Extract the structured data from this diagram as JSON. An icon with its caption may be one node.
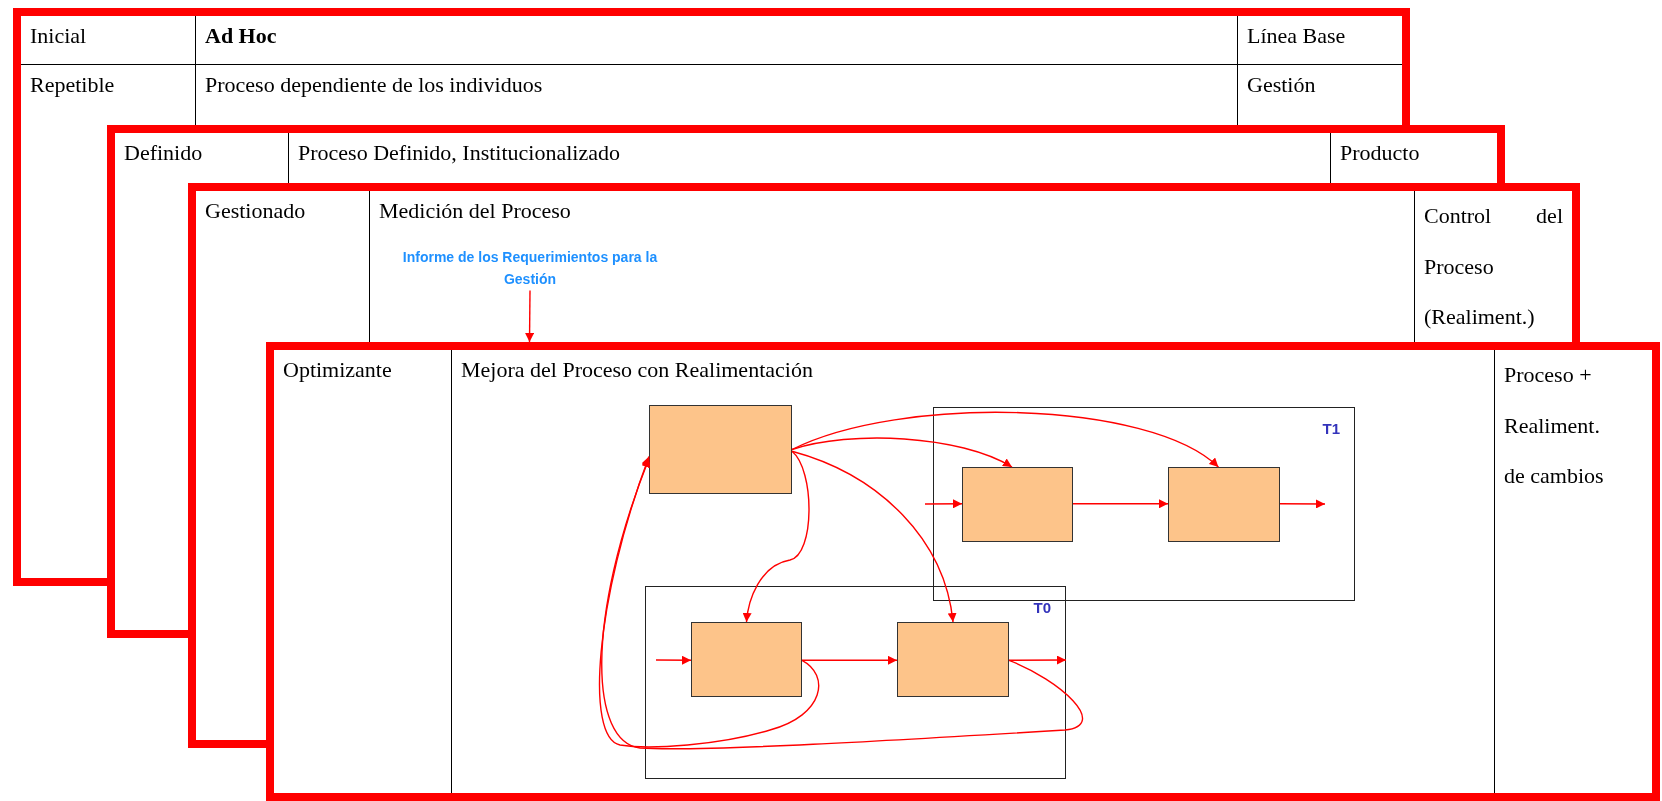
{
  "diagram": {
    "nodes": [
      {
        "text": [
          "Inicial",
          "Ad Hoc",
          "Línea Base",
          "Repetible",
          "Proceso dependiente de los individuos",
          "Gestión"
        ]
      },
      {
        "text": [
          "Definido",
          "Proceso Definido, Institucionalizado",
          "Producto"
        ]
      },
      {
        "text": [
          "Gestionado",
          "Medición del Proceso",
          "Control del Proceso (Realiment.)"
        ]
      },
      {
        "text": [
          "Optimizante",
          "Mejora del Proceso con Realimentación",
          "Proceso + Realiment. de cambios"
        ]
      },
      {
        "text": [
          "Informe de los Requerimientos para la Gestión"
        ],
        "in": 2
      },
      {
        "text": [],
        "shape": "box",
        "in": 3
      },
      {
        "text": [
          "T1"
        ],
        "in": 3
      },
      {
        "text": [],
        "shape": "box",
        "in": 6
      },
      {
        "text": [],
        "shape": "box",
        "in": 6
      },
      {
        "text": [
          "T0"
        ],
        "in": 3
      },
      {
        "text": [],
        "shape": "box",
        "in": 9
      },
      {
        "text": [],
        "shape": "box",
        "in": 9
      }
    ],
    "edges": [
      {
        "from": 5,
        "to": 7,
        "arrow": "to"
      },
      {
        "from": 5,
        "to": 8,
        "arrow": "to"
      },
      {
        "from": 5,
        "to": 10,
        "arrow": "to"
      },
      {
        "from": 5,
        "to": 11,
        "arrow": "to"
      },
      {
        "from": null,
        "to": 7,
        "arrow": "to"
      },
      {
        "from": 7,
        "to": 8,
        "arrow": "to"
      },
      {
        "from": 8,
        "to": null,
        "arrow": "to"
      },
      {
        "from": null,
        "to": 10,
        "arrow": "to"
      },
      {
        "from": 10,
        "to": 11,
        "arrow": "to"
      },
      {
        "from": 11,
        "to": null,
        "arrow": "to"
      },
      {
        "from": 10,
        "to": 5,
        "arrow": "to"
      },
      {
        "from": 11,
        "to": 5,
        "arrow": "to"
      },
      {
        "from": 4,
        "to": 3,
        "arrow": "to"
      }
    ]
  }
}
